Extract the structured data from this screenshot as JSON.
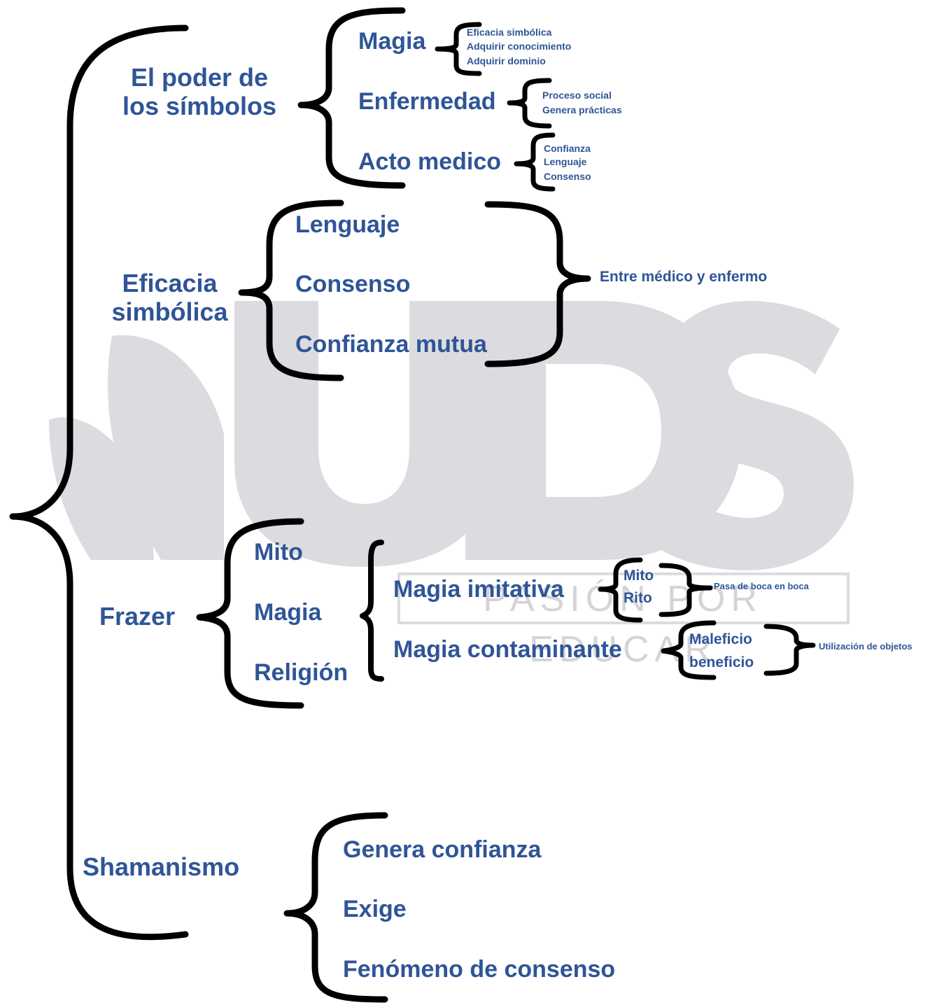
{
  "watermark": {
    "logo_letters": "UDS",
    "tagline": "PASIÓN POR EDUCAR"
  },
  "branches": {
    "poder": {
      "title": "El poder de los símbolos",
      "title_l1": "El poder de",
      "title_l2": "los símbolos",
      "items": {
        "magia": {
          "label": "Magia",
          "sub": [
            "Eficacia simbólica",
            "Adquirir conocimiento",
            "Adquirir dominio"
          ]
        },
        "enfermedad": {
          "label": "Enfermedad",
          "sub": [
            "Proceso social",
            "Genera prácticas"
          ]
        },
        "acto": {
          "label": "Acto medico",
          "sub": [
            "Confianza",
            "Lenguaje",
            "Consenso"
          ]
        }
      }
    },
    "eficacia": {
      "title_l1": "Eficacia",
      "title_l2": "simbólica",
      "items": [
        "Lenguaje",
        "Consenso",
        "Confianza mutua"
      ],
      "result": "Entre médico y enfermo"
    },
    "frazer": {
      "title": "Frazer",
      "items": [
        "Mito",
        "Magia",
        "Religión"
      ],
      "magia_types": {
        "imitativa": {
          "label": "Magia imitativa",
          "sub": [
            "Mito",
            "Rito"
          ],
          "result": "Pasa de boca en boca"
        },
        "contaminante": {
          "label": "Magia contaminante",
          "sub": [
            "Maleficio",
            "beneficio"
          ],
          "result": "Utilización de objetos"
        }
      }
    },
    "shamanismo": {
      "title": "Shamanismo",
      "items": [
        "Genera confianza",
        "Exige",
        "Fenómeno de consenso"
      ]
    }
  },
  "colors": {
    "text": "#2f5597",
    "brace": "#000000",
    "watermark": "#dcdce0"
  }
}
